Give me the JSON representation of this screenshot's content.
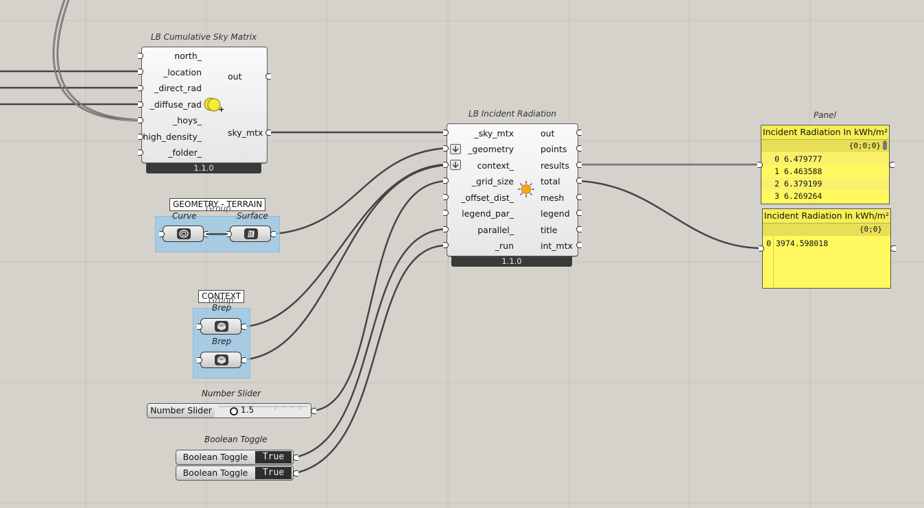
{
  "sky_matrix": {
    "title": "LB Cumulative Sky Matrix",
    "inputs": [
      "north_",
      "_location",
      "_direct_rad",
      "_diffuse_rad",
      "_hoys_",
      "high_density_",
      "_folder_"
    ],
    "outputs": [
      "out",
      "sky_mtx"
    ],
    "version": "1.1.0"
  },
  "incident_radiation": {
    "title": "LB Incident Radiation",
    "inputs": [
      "_sky_mtx",
      "_geometry",
      "context_",
      "_grid_size",
      "_offset_dist_",
      "legend_par_",
      "parallel_",
      "_run"
    ],
    "outputs": [
      "out",
      "points",
      "results",
      "total",
      "mesh",
      "legend",
      "title",
      "int_mtx"
    ],
    "version": "1.1.0"
  },
  "geometry_group": {
    "label": "GEOMETRY - TERRAIN",
    "name": "Group",
    "params": [
      "Curve",
      "Surface"
    ]
  },
  "context_group": {
    "label": "CONTEXT",
    "name": "Group",
    "params": [
      "Brep",
      "Brep"
    ]
  },
  "panel_results": {
    "title": "Panel",
    "header": "Incident Radiation In kWh/m²",
    "path": "{0;0;0}",
    "rows": [
      {
        "i": "0",
        "v": "6.479777"
      },
      {
        "i": "1",
        "v": "6.463588"
      },
      {
        "i": "2",
        "v": "6.379199"
      },
      {
        "i": "3",
        "v": "6.269264"
      }
    ]
  },
  "panel_total": {
    "header": "Incident Radiation In kWh/m²",
    "path": "{0;0}",
    "rows": [
      {
        "i": "0",
        "v": "3974.598018"
      }
    ]
  },
  "slider": {
    "title": "Number Slider",
    "label": "Number Slider",
    "value": "1.5"
  },
  "toggles": {
    "title": "Boolean Toggle",
    "items": [
      {
        "label": "Boolean Toggle",
        "state": "True"
      },
      {
        "label": "Boolean Toggle",
        "state": "True"
      }
    ]
  },
  "colors": {
    "canvas": "#d5d2cc",
    "grid": "#c4c1ba",
    "panel": "#fff85f",
    "group": "#96c8eb",
    "wire": "#444444"
  },
  "icons": [
    "sun-icon",
    "sky-dome-icon",
    "curve-param-icon",
    "surface-param-icon",
    "brep-param-icon",
    "graft-icon"
  ]
}
